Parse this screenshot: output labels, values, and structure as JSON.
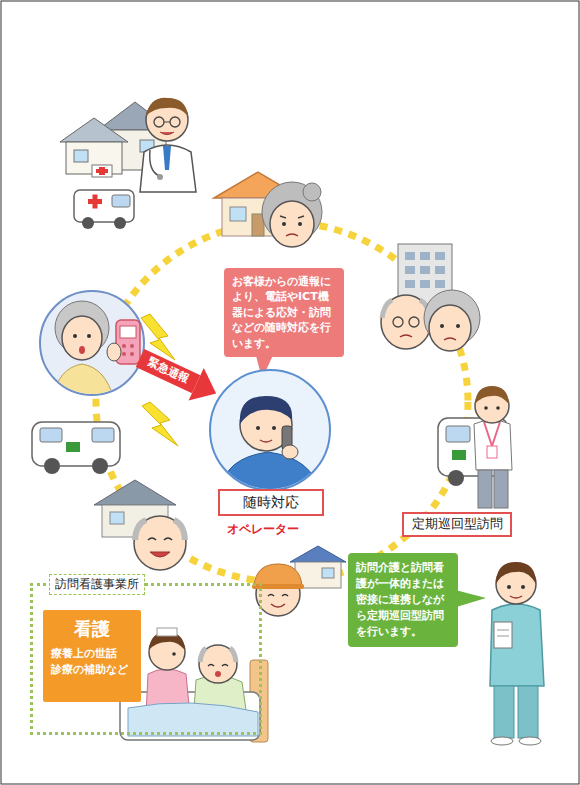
{
  "diagram": {
    "nodes": [
      {
        "text": [
          "お客様からの通報により、電話やICT機器による応対・訪問などの随時対応を行います。"
        ]
      },
      {
        "text": [
          "随時対応"
        ]
      },
      {
        "text": [
          "定期巡回型訪問"
        ]
      },
      {
        "text": [
          "訪問介護と訪問看護が一体的または密接に連携しながら定期巡回型訪問を行います。"
        ]
      },
      {
        "text": [
          "訪問看護事業所"
        ]
      },
      {
        "text": [
          "看護",
          "療養上の世話 診療の補助など"
        ],
        "in": 4
      }
    ],
    "labels": [
      "緊急通報",
      "オペレーター"
    ]
  }
}
